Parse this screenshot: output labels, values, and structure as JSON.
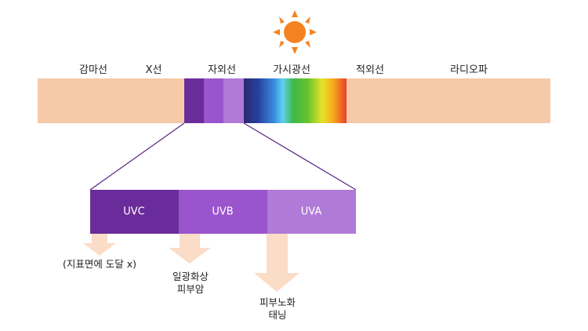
{
  "colors": {
    "background": "#ffffff",
    "spectrum_bar": "#f6c9a8",
    "sun": "#f58220",
    "uvc": "#6a2c9a",
    "uvb": "#9a55cc",
    "uva": "#b07ad8",
    "connector": "#5a2a86",
    "arrow": "#fbdcc6"
  },
  "spectrum": {
    "labels": [
      "감마선",
      "X선",
      "자외선",
      "가시광선",
      "적외선",
      "라디오파"
    ]
  },
  "uv_bands": [
    {
      "name": "UVC",
      "color": "#6a2c9a"
    },
    {
      "name": "UVB",
      "color": "#9a55cc"
    },
    {
      "name": "UVA",
      "color": "#b07ad8"
    }
  ],
  "effects": [
    {
      "lines": [
        "(지표면에 도달 x)"
      ]
    },
    {
      "lines": [
        "일광화상",
        "피부암"
      ]
    },
    {
      "lines": [
        "피부노화",
        "태닝"
      ]
    }
  ],
  "icons": {
    "sun": "sun-icon",
    "arrow": "down-arrow-icon"
  }
}
